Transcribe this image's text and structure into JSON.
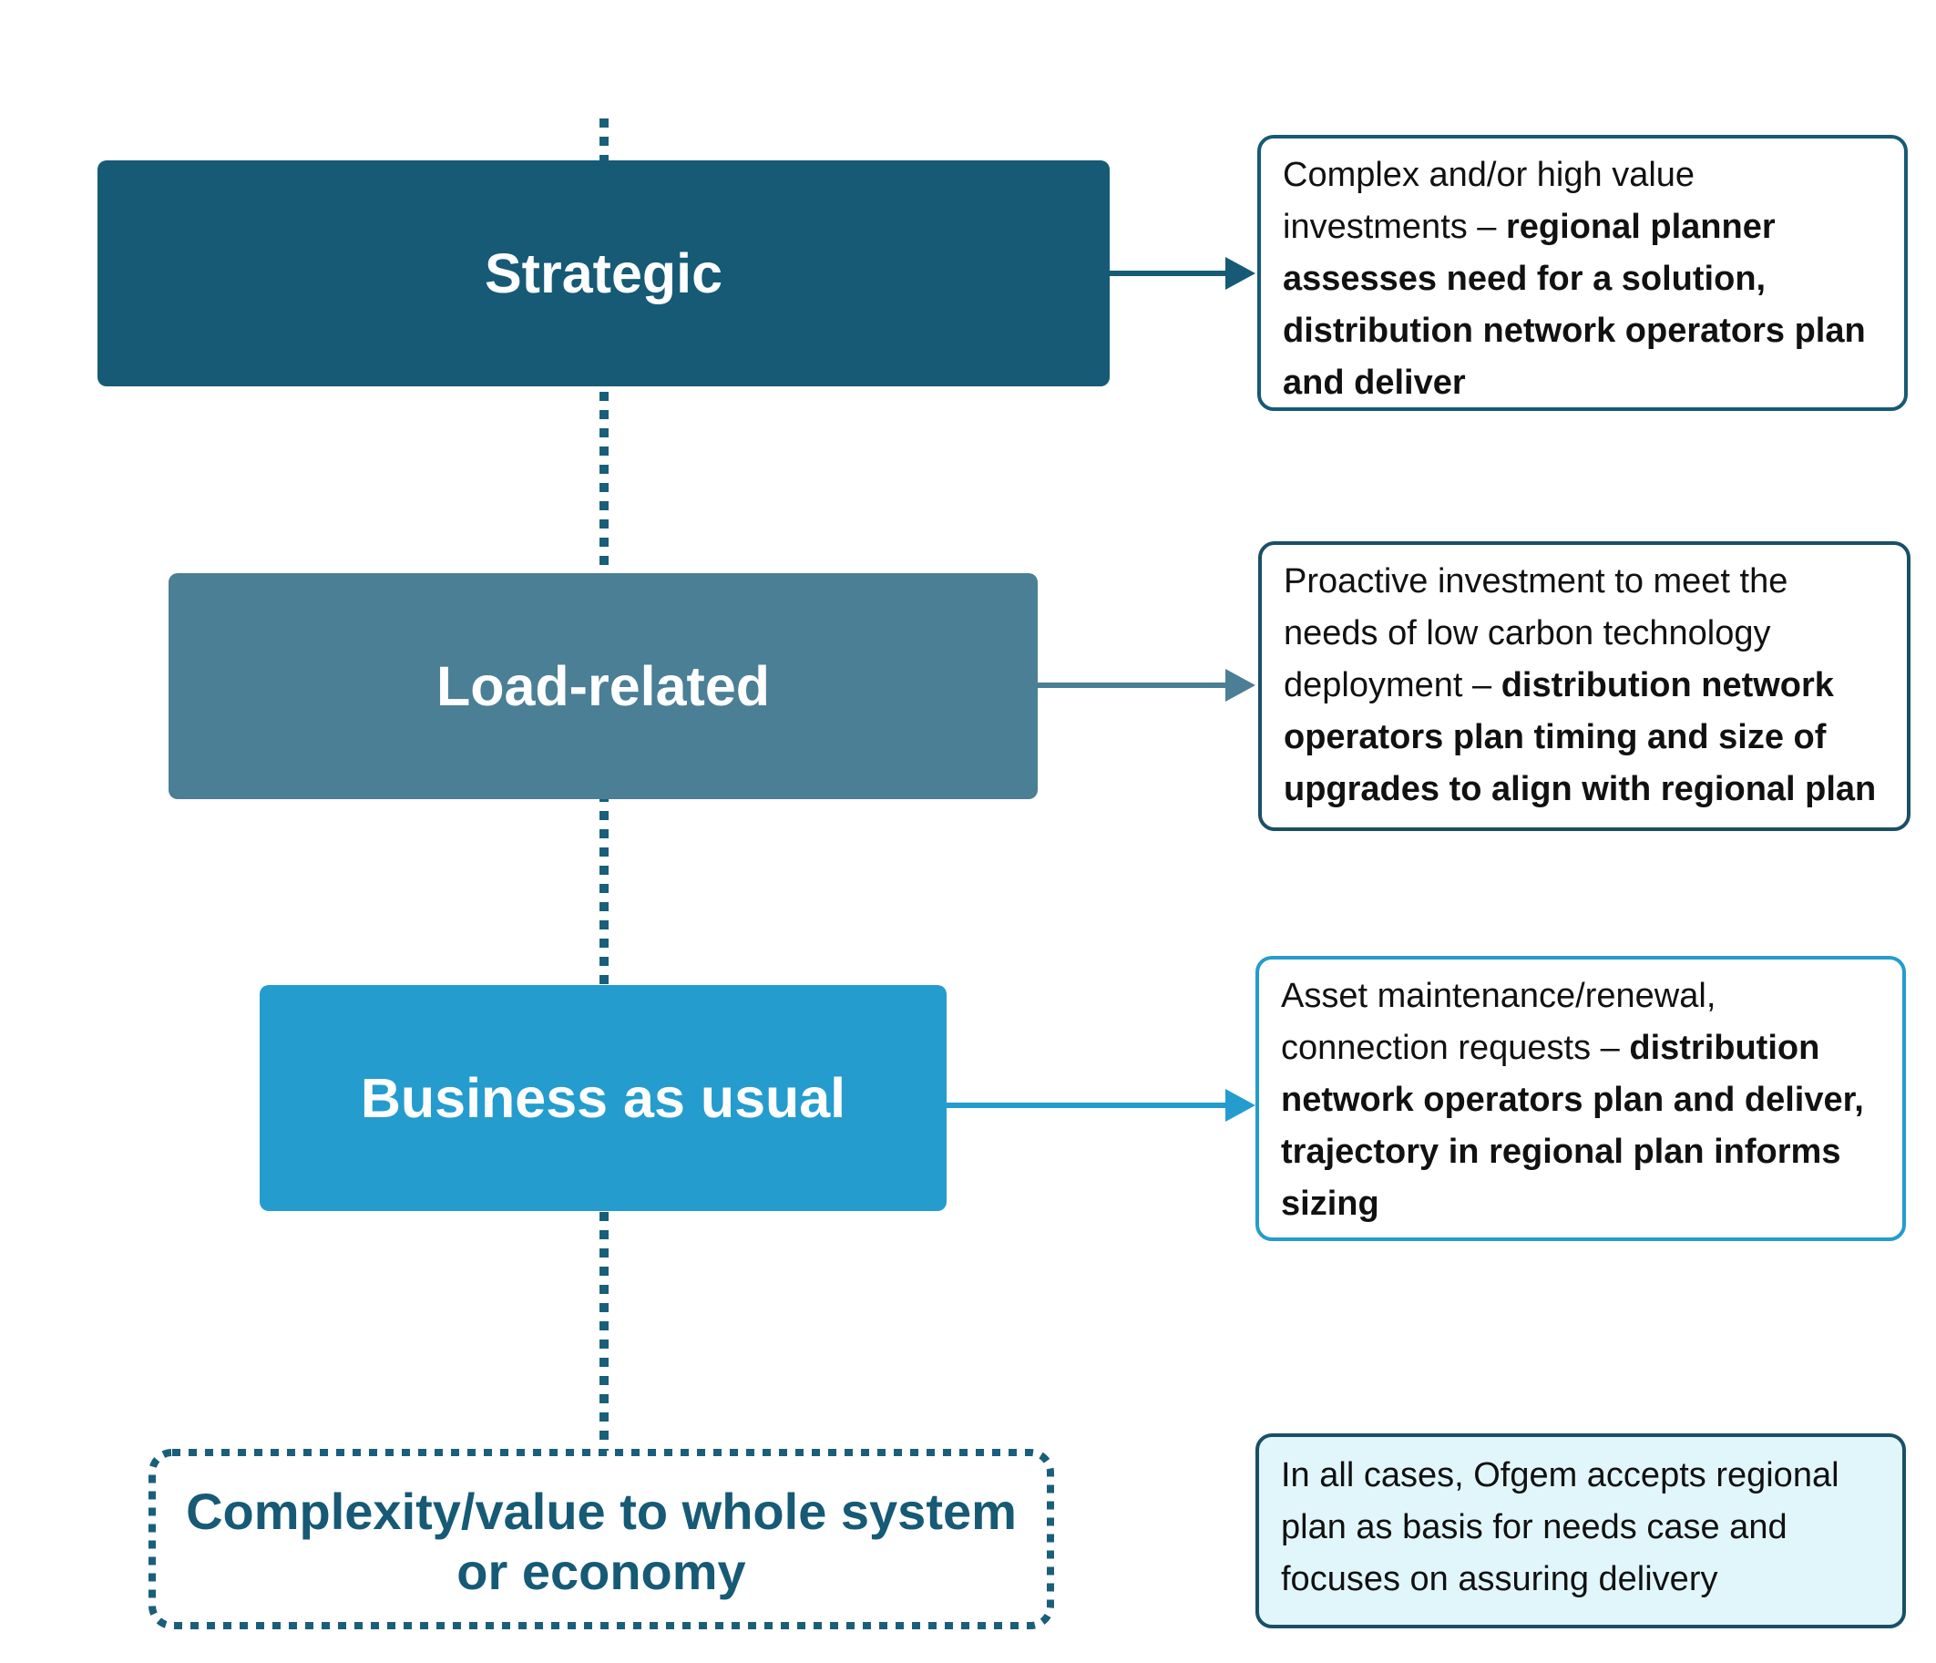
{
  "tiers": [
    {
      "label": "Strategic",
      "color": "#165a76"
    },
    {
      "label": "Load-related",
      "color": "#4a7f96"
    },
    {
      "label": "Business as usual",
      "color": "#249cce"
    }
  ],
  "descriptions": [
    {
      "plain": "Complex and/or high value investments – ",
      "bold": "regional planner assesses need for a solution, distribution network operators plan and deliver",
      "border_color": "#165a76"
    },
    {
      "plain": "Proactive investment to meet the needs of low carbon technology deployment – ",
      "bold": "distribution network operators plan timing and size of upgrades to align with regional plan",
      "border_color": "#1a4f66"
    },
    {
      "plain": "Asset maintenance/renewal, connection requests – ",
      "bold": "distribution network operators plan and deliver, trajectory in regional plan informs sizing",
      "border_color": "#249cce"
    }
  ],
  "axis_label": "Complexity/value to whole system or economy",
  "summary": {
    "text": "In all cases, Ofgem accepts regional plan as basis for needs case and focuses on assuring delivery",
    "background": "#e1f6fb",
    "border_color": "#1a4f66"
  },
  "line_color": "#1a5f7a"
}
